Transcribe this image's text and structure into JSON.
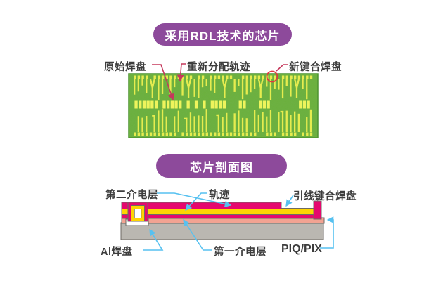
{
  "banners": {
    "top": "采用RDL技术的芯片",
    "bottom": "芯片剖面图",
    "bg": "#8d4a9b",
    "text_color": "#ffffff"
  },
  "chip_figure": {
    "labels": {
      "original_pad": "原始焊盘",
      "redistribution_trace": "重新分配轨迹",
      "new_bond_pad": "新键合焊盘"
    },
    "annotation_color": "#c5385c",
    "highlight_color": "#e0393f",
    "die_colors": {
      "background": "#6ab13a",
      "noise": "#2e6e1e",
      "trace": "#e6ec4f",
      "trace_bright": "#eef45c",
      "border": "#4d9430"
    }
  },
  "cross_section": {
    "labels": {
      "second_dielectric": "第二介电层",
      "trace": "轨迹",
      "wire_bond_pad": "引线键合焊盘",
      "al_pad": "Al焊盘",
      "first_dielectric": "第一介电层",
      "piq_pix": "PIQ/PIX"
    },
    "annotation_color": "#57c1f0",
    "layer_colors": {
      "substrate": "#bab7b1",
      "al_pad": "#ffffff",
      "piq_pix_layer": "#f2a392",
      "dielectric": "#e5086e",
      "trace": "#fdd402",
      "trench_hole": "#ffffff",
      "outline": "#6e6a64"
    }
  }
}
